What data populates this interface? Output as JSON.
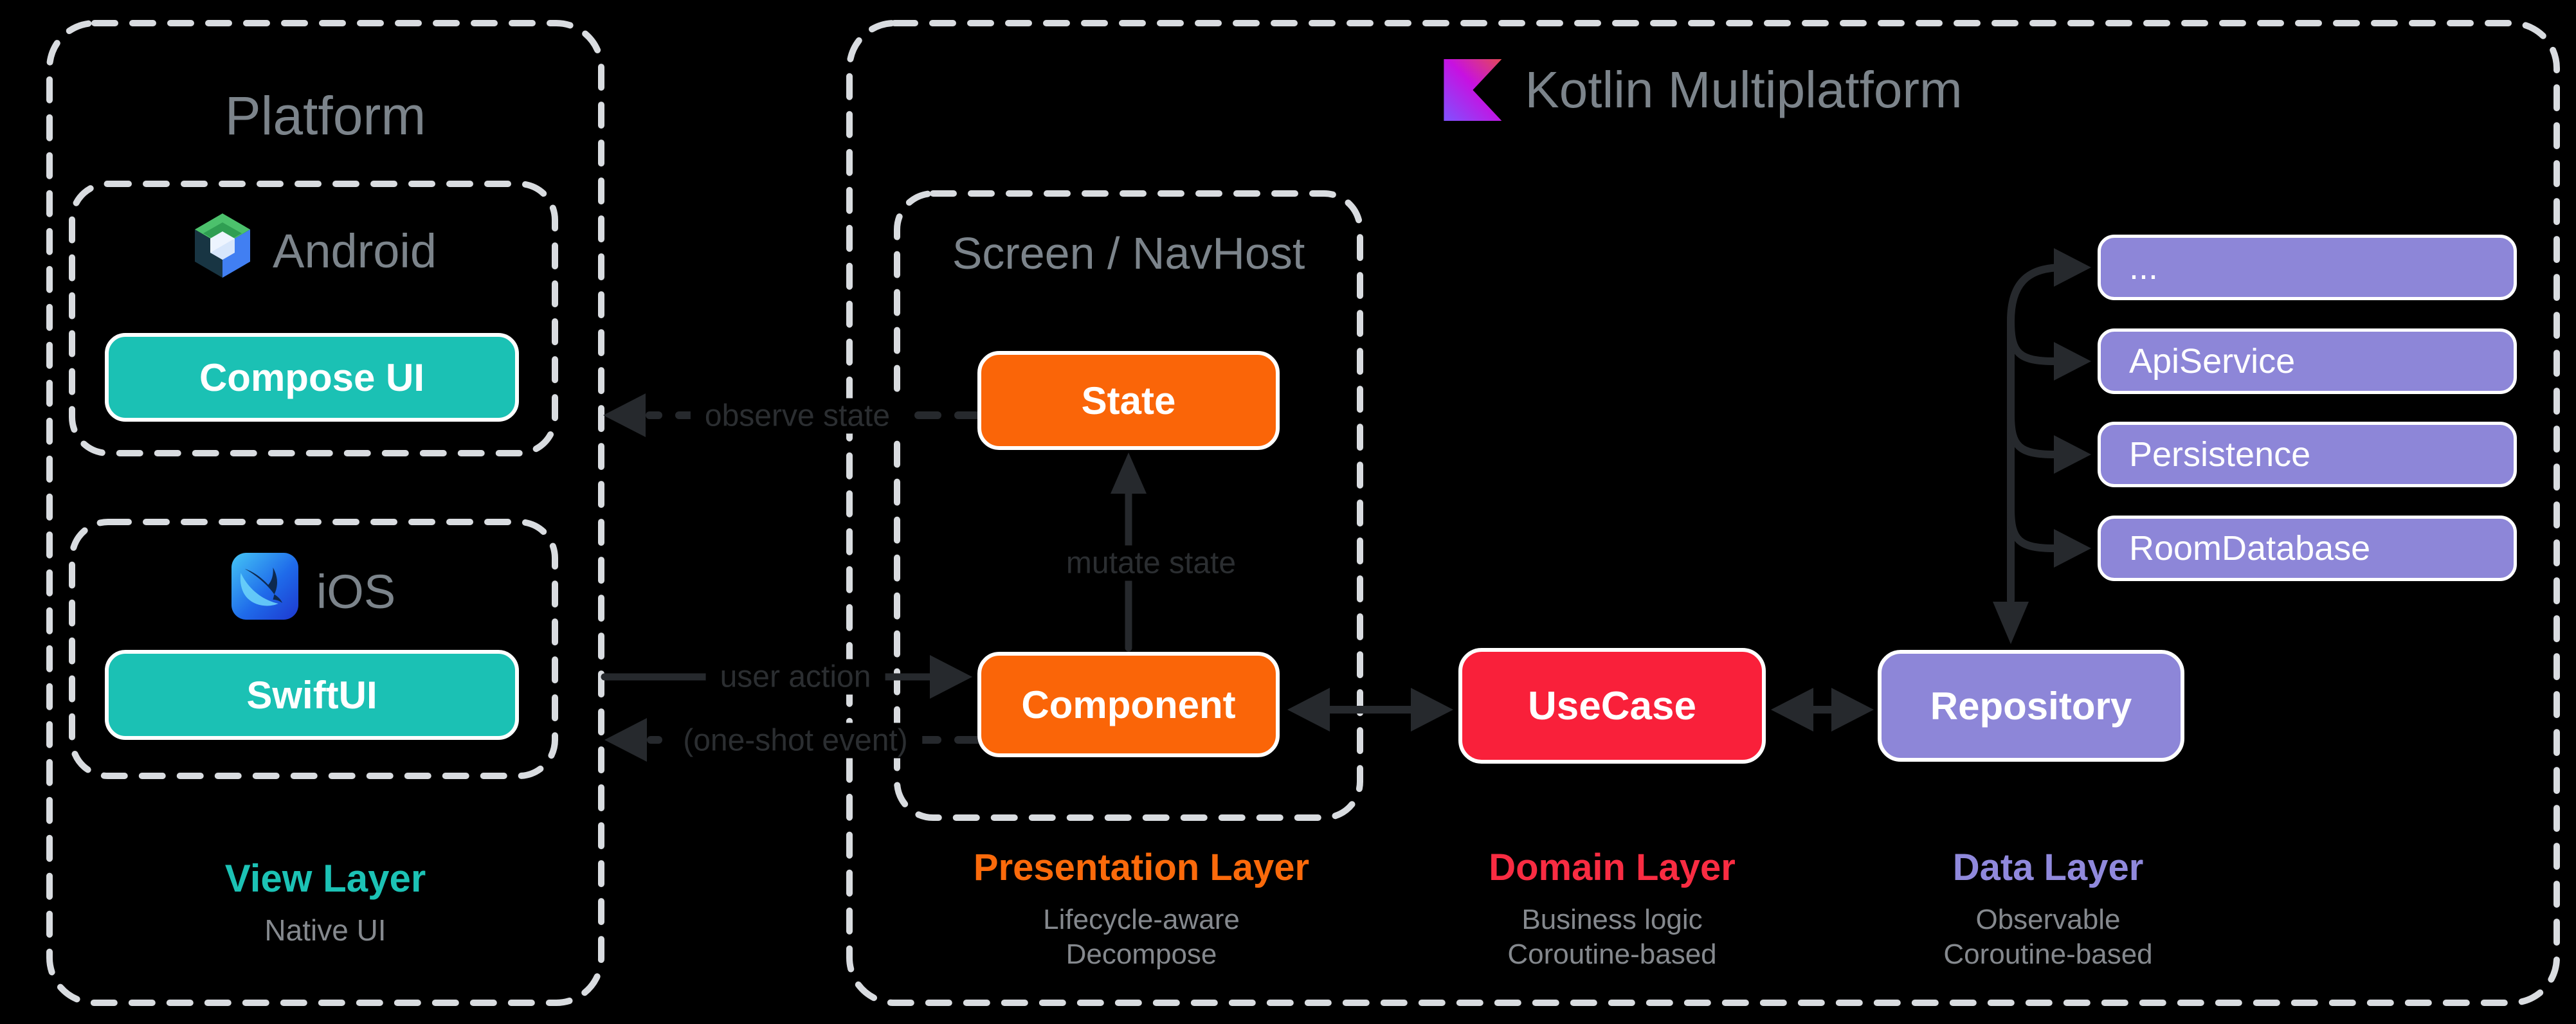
{
  "platform": {
    "title": "Platform",
    "android_label": "Android",
    "compose_box": "Compose UI",
    "ios_label": "iOS",
    "swiftui_box": "SwiftUI",
    "layer_title": "View Layer",
    "layer_subtitle": "Native UI"
  },
  "kmp": {
    "title": "Kotlin Multiplatform",
    "screen_title": "Screen / NavHost",
    "state_box": "State",
    "component_box": "Component",
    "usecase_box": "UseCase",
    "repository_box": "Repository",
    "data_sources": [
      "...",
      "ApiService",
      "Persistence",
      "RoomDatabase"
    ],
    "layers": [
      {
        "title": "Presentation Layer",
        "line1": "Lifecycle-aware",
        "line2": "Decompose"
      },
      {
        "title": "Domain Layer",
        "line1": "Business logic",
        "line2": "Coroutine-based"
      },
      {
        "title": "Data Layer",
        "line1": "Observable",
        "line2": "Coroutine-based"
      }
    ]
  },
  "arrows": {
    "observe_state": "observe state",
    "user_action": "user action",
    "one_shot_event": "(one-shot event)",
    "mutate_state": "mutate state"
  },
  "icons": {
    "kotlin_logo": "kotlin-k-gradient",
    "android_icon": "jetpack-compose-hexagon",
    "ios_icon": "swift-bird-blue-square"
  },
  "colors": {
    "background": "#000000",
    "dashed_border": "#d9dce0",
    "teal": "#1bc1b4",
    "orange": "#fa6508",
    "red": "#f9203a",
    "purple": "#8d86d8",
    "title_gray": "#7c848b",
    "subtitle_gray": "#85898e",
    "arrow_dark": "#26292d",
    "presentation_layer_color": "#fb6a0b",
    "domain_layer_color": "#f92c42",
    "data_layer_color": "#9089dc",
    "view_layer_color": "#1cc2b5"
  }
}
